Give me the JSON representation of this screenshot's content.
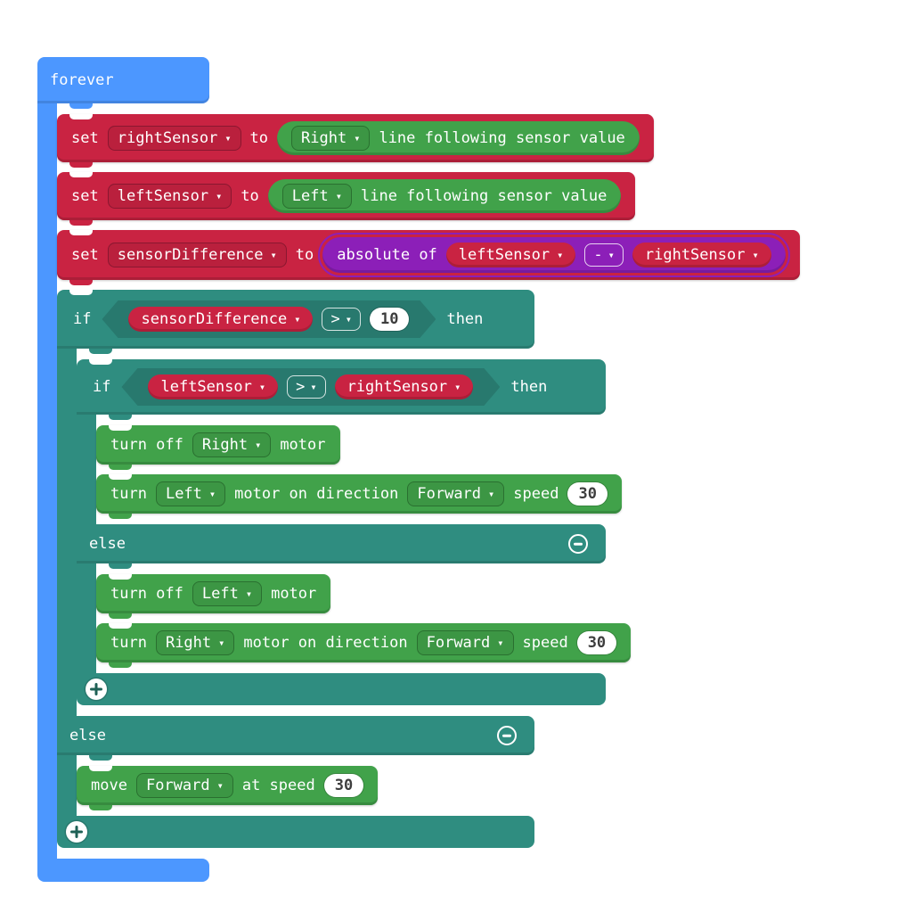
{
  "colors": {
    "loop_blue": "#4c97ff",
    "variable_red": "#c92342",
    "motor_green": "#41a24a",
    "logic_teal": "#2f8d80",
    "math_purple": "#8c1fb8"
  },
  "icons": {
    "dropdown_caret": "▾"
  },
  "forever": {
    "label": "forever"
  },
  "set_right_sensor": {
    "set": "set",
    "variable": "rightSensor",
    "to": "to",
    "value": {
      "side": "Right",
      "label": "line following sensor value"
    }
  },
  "set_left_sensor": {
    "set": "set",
    "variable": "leftSensor",
    "to": "to",
    "value": {
      "side": "Left",
      "label": "line following sensor value"
    }
  },
  "set_sensor_difference": {
    "set": "set",
    "variable": "sensorDifference",
    "to": "to",
    "absolute": {
      "label": "absolute of",
      "left": "leftSensor",
      "operator": "-",
      "right": "rightSensor"
    }
  },
  "outer_if": {
    "if": "if",
    "condition_variable": "sensorDifference",
    "operator": ">",
    "threshold": "10",
    "then": "then",
    "else": "else"
  },
  "inner_if": {
    "if": "if",
    "left": "leftSensor",
    "operator": ">",
    "right": "rightSensor",
    "then": "then",
    "else": "else"
  },
  "turn_off_right": {
    "label": "turn off",
    "side": "Right",
    "suffix": "motor"
  },
  "turn_left_forward": {
    "label": "turn",
    "side": "Left",
    "mid": "motor on direction",
    "direction": "Forward",
    "speed_label": "speed",
    "speed": "30"
  },
  "turn_off_left": {
    "label": "turn off",
    "side": "Left",
    "suffix": "motor"
  },
  "turn_right_forward": {
    "label": "turn",
    "side": "Right",
    "mid": "motor on direction",
    "direction": "Forward",
    "speed_label": "speed",
    "speed": "30"
  },
  "move_forward": {
    "label": "move",
    "direction": "Forward",
    "mid": "at speed",
    "speed": "30"
  }
}
